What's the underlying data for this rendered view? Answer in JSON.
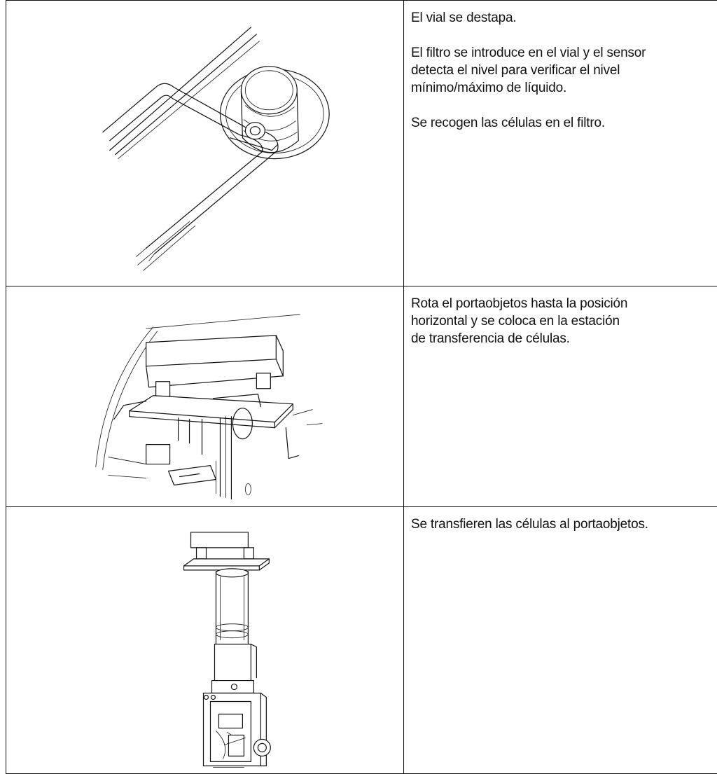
{
  "rows": [
    {
      "illustration_icon": "filter-into-vial-icon",
      "paragraphs": [
        "El vial se destapa.",
        "El filtro se introduce en el vial y el sensor\ndetecta el nivel para verificar el nivel\nmínimo/máximo de líquido.",
        "Se recogen las células en el filtro."
      ]
    },
    {
      "illustration_icon": "slide-rotation-mechanism-icon",
      "paragraphs": [
        "Rota el portaobjetos hasta la posición\nhorizontal y se coloca en la estación\nde transferencia de células."
      ]
    },
    {
      "illustration_icon": "cell-transfer-assembly-icon",
      "paragraphs": [
        "Se transfieren las células al portaobjetos."
      ]
    }
  ]
}
